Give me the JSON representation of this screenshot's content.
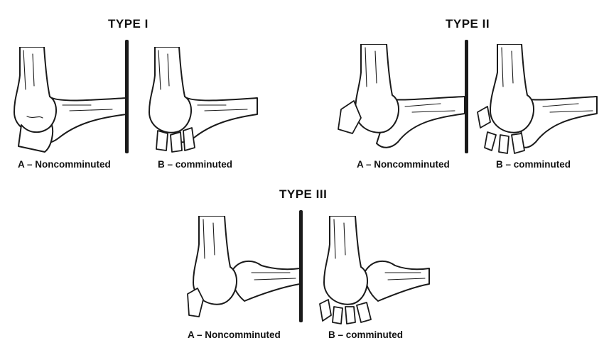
{
  "type1": {
    "title": "TYPE I",
    "captions": [
      "A – Noncomminuted",
      "B – comminuted"
    ]
  },
  "type2": {
    "title": "TYPE II",
    "captions": [
      "A – Noncomminuted",
      "B – comminuted"
    ]
  },
  "type3": {
    "title": "TYPE III",
    "captions": [
      "A – Noncomminuted",
      "B – comminuted"
    ]
  }
}
